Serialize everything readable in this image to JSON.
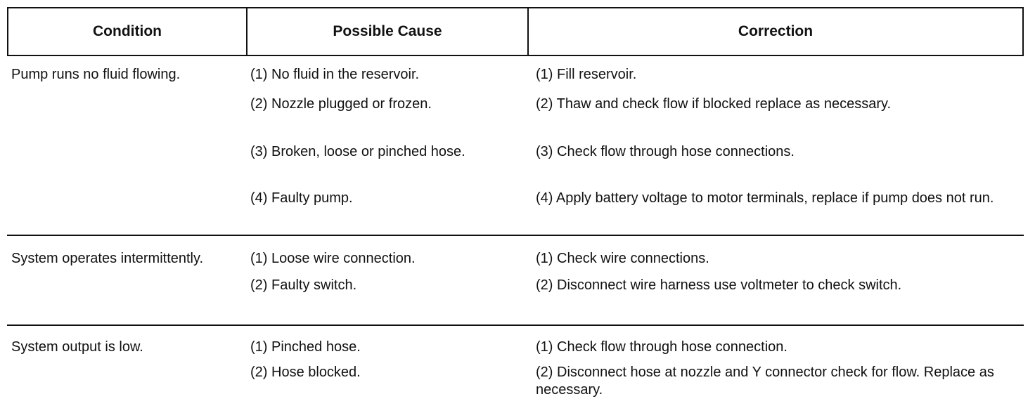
{
  "header": {
    "condition": "Condition",
    "cause": "Possible Cause",
    "correction": "Correction"
  },
  "groups": [
    {
      "condition": "Pump runs no fluid flowing.",
      "rows": [
        {
          "cause": "(1) No fluid in the reservoir.",
          "correction": "(1) Fill reservoir."
        },
        {
          "cause": "(2) Nozzle plugged or frozen.",
          "correction": "(2) Thaw and check flow if blocked replace as necessary."
        },
        {
          "cause": "(3) Broken, loose or pinched hose.",
          "correction": "(3) Check flow through hose connections."
        },
        {
          "cause": "(4) Faulty pump.",
          "correction": "(4) Apply battery voltage to motor terminals, replace if pump does not run."
        }
      ]
    },
    {
      "condition": "System operates intermittently.",
      "rows": [
        {
          "cause": "(1) Loose wire connection.",
          "correction": "(1) Check wire connections."
        },
        {
          "cause": "(2) Faulty switch.",
          "correction": "(2) Disconnect wire harness use voltmeter to check switch."
        }
      ]
    },
    {
      "condition": "System output is low.",
      "rows": [
        {
          "cause": "(1) Pinched hose.",
          "correction": "(1) Check flow through hose connection."
        },
        {
          "cause": "(2) Hose blocked.",
          "correction": "(2) Disconnect hose at nozzle and Y connector check for flow. Replace as necessary."
        }
      ]
    }
  ]
}
